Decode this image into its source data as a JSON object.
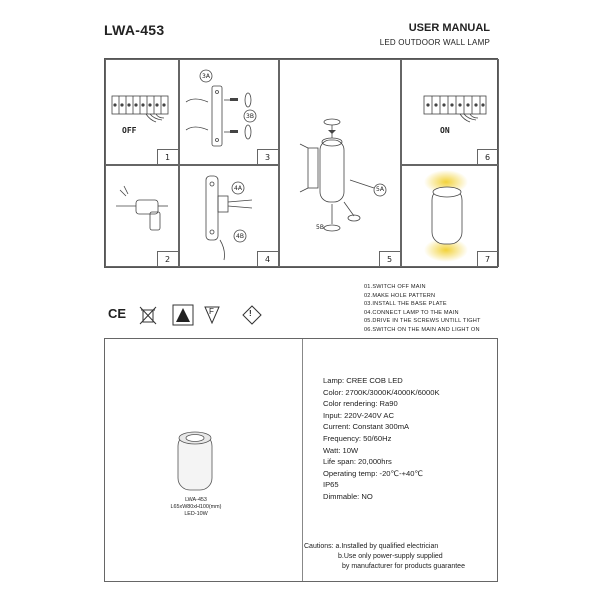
{
  "header": {
    "model": "LWA-453",
    "title": "USER MANUAL",
    "subtitle": "LED OUTDOOR WALL LAMP"
  },
  "steps": [
    {
      "num": "1",
      "caption": "OFF"
    },
    {
      "num": "2"
    },
    {
      "num": "3",
      "callouts": [
        "3A",
        "3B"
      ]
    },
    {
      "num": "4",
      "callouts": [
        "4A",
        "4B"
      ]
    },
    {
      "num": "5",
      "callouts": [
        "5A",
        "5B"
      ]
    },
    {
      "num": "6",
      "caption": "ON"
    },
    {
      "num": "7"
    }
  ],
  "instructions": [
    "01.SWITCH OFF MAIN",
    "02.MAKE HOLE PATTERN",
    "03.INSTALL THE BASE PLATE",
    "04.CONNECT LAMP TO THE MAIN",
    "05.DRIVE IN THE SCREWS UNTILL TIGHT",
    "06.SWITCH ON THE MAIN AND LIGHT ON"
  ],
  "certs": {
    "ce": "CE",
    "f_mark": "F",
    "warning": "!"
  },
  "product": {
    "model": "LWA-453",
    "dims": "L65xW80xH100(mm)",
    "power": "LED-10W"
  },
  "specs": [
    "Lamp: CREE COB LED",
    "Color: 2700K/3000K/4000K/6000K",
    "Color rendering: Ra90",
    "Input: 220V-240V AC",
    "Current: Constant 300mA",
    "Frequency: 50/60Hz",
    "Watt: 10W",
    "Life span: 20,000hrs",
    "Operating temp: -20℃-+40℃",
    "IP65",
    "Dimmable: NO"
  ],
  "cautions": [
    "Cautions: a.Installed by qualified electrician",
    "b.Use only power-supply supplied",
    "by manufacturer for products guarantee"
  ],
  "colors": {
    "line": "#555555",
    "glow": "#f2d23a"
  }
}
